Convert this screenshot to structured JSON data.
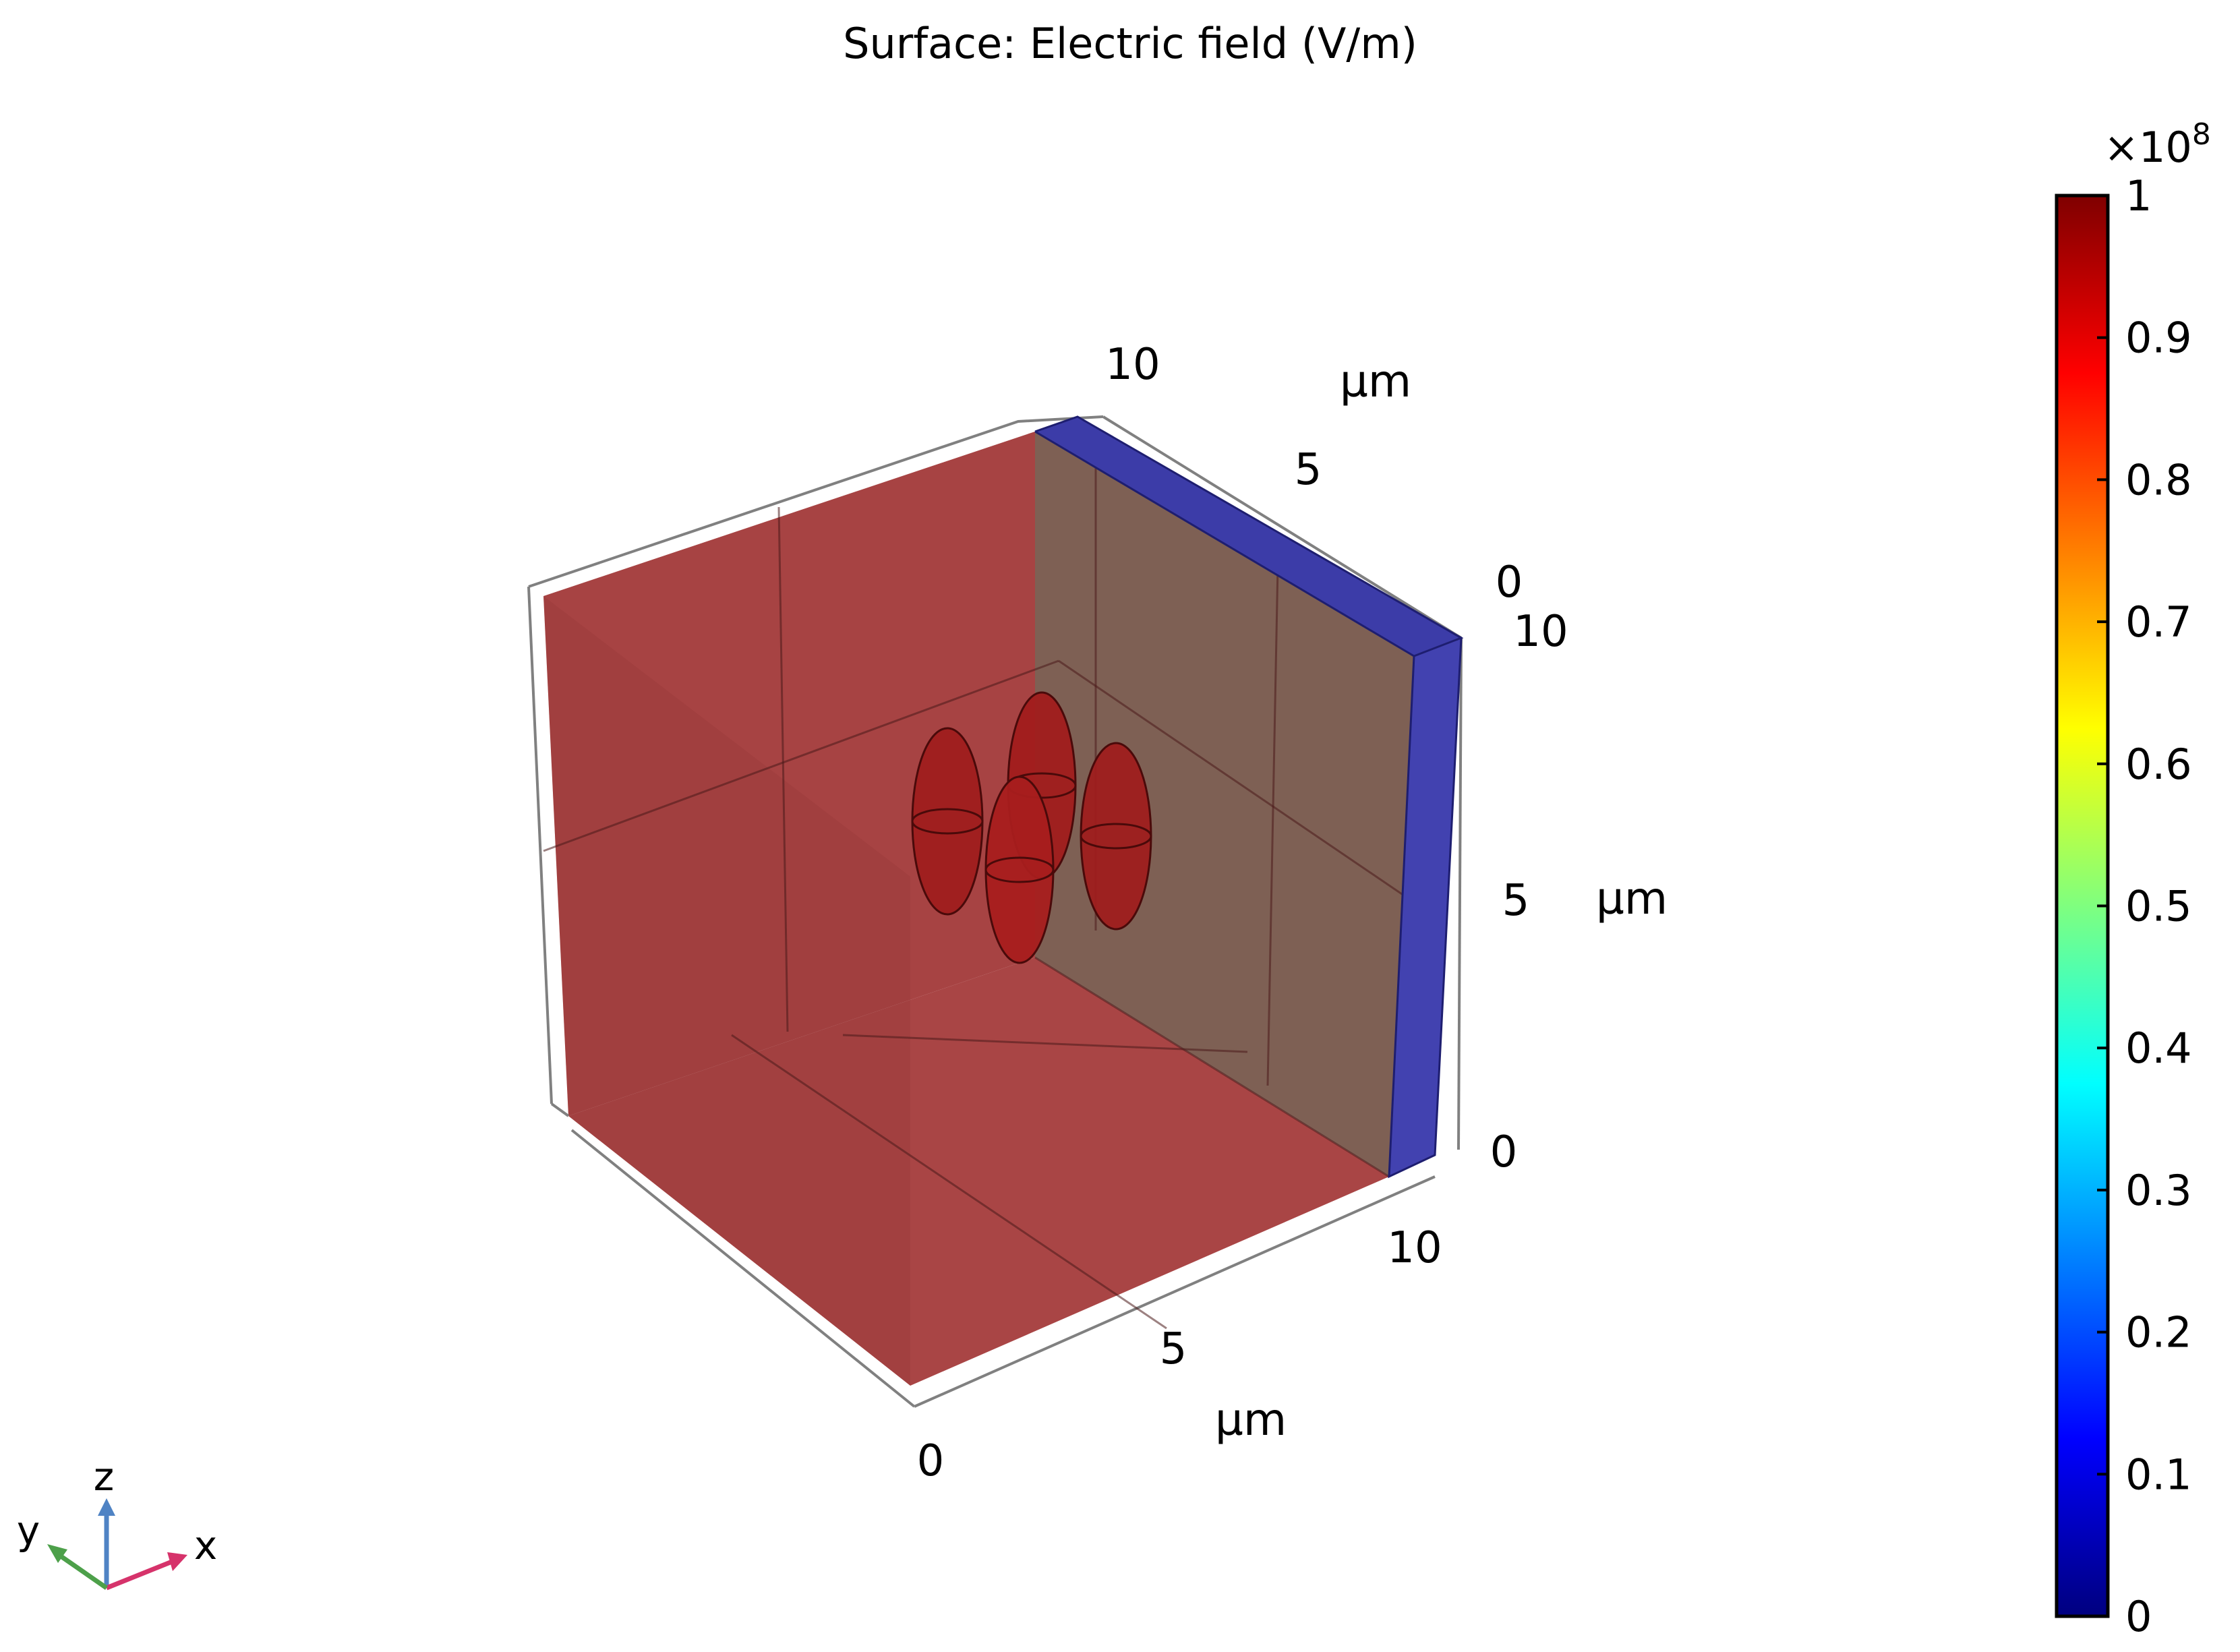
{
  "chart_data": {
    "type": "surface3d",
    "title": "Surface: Electric field (V/m)",
    "quantity": "Electric field",
    "unit": "V/m",
    "axes": {
      "x": {
        "label": "µm",
        "ticks": [
          "0",
          "5",
          "10"
        ],
        "range": [
          0,
          10
        ]
      },
      "y": {
        "label": "µm",
        "ticks": [
          "0",
          "5",
          "10"
        ],
        "range": [
          0,
          10
        ]
      },
      "z": {
        "label": "µm",
        "ticks": [
          "0",
          "5",
          "10"
        ],
        "range": [
          0,
          10
        ]
      }
    },
    "colorbar": {
      "colormap": "rainbow",
      "exponent_label": "×10",
      "exponent": "8",
      "range": [
        0,
        1
      ],
      "ticks": [
        "0",
        "0.1",
        "0.2",
        "0.3",
        "0.4",
        "0.5",
        "0.6",
        "0.7",
        "0.8",
        "0.9",
        "1"
      ],
      "stops": [
        "#00007f",
        "#0000ff",
        "#007fff",
        "#00ffff",
        "#7fff7f",
        "#ffff00",
        "#ff7f00",
        "#ff0000",
        "#7f0000"
      ]
    },
    "surfaces": [
      {
        "name": "left-wall",
        "value": 0.97,
        "color": "#a33b3b"
      },
      {
        "name": "floor",
        "value": 0.97,
        "color": "#a33b3b"
      },
      {
        "name": "back-wall",
        "value": 0.9,
        "color": "#7b5c4f"
      },
      {
        "name": "electrode-slab",
        "value": 0.15,
        "color": "#4040a8"
      },
      {
        "name": "particles",
        "value": 0.92,
        "color": "#9b1a1a",
        "count": 4
      }
    ],
    "axis_triad": {
      "x": "x",
      "y": "y",
      "z": "z"
    }
  }
}
